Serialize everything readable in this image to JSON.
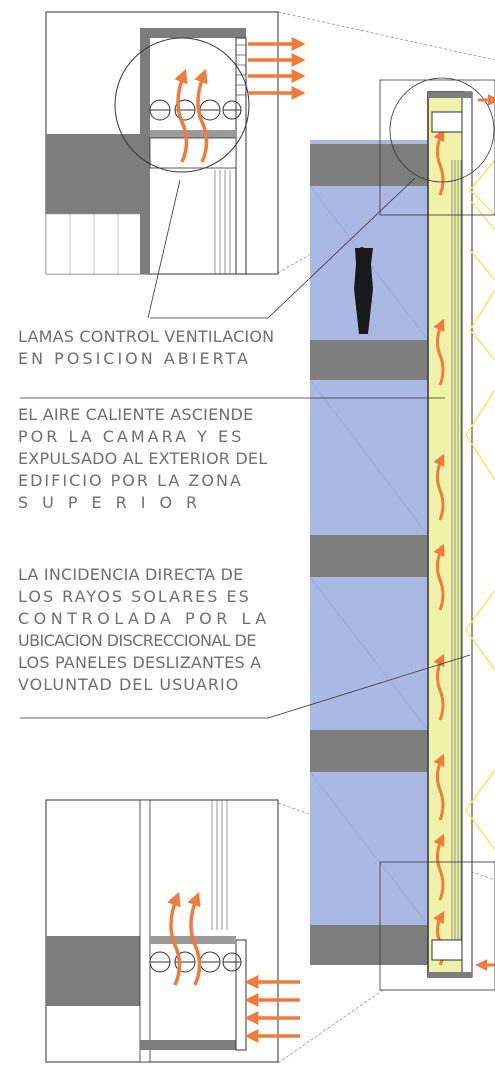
{
  "annotations": {
    "louvers": [
      "LAMAS CONTROL VENTILACION",
      "EN POSICION ABIERTA"
    ],
    "hot_air": [
      "EL AIRE CALIENTE ASCIENDE",
      "POR LA CAMARA Y ES",
      "EXPULSADO AL EXTERIOR DEL",
      "EDIFICIO POR LA ZONA",
      "SUPERIOR"
    ],
    "solar": [
      "LA INCIDENCIA DIRECTA DE",
      "LOS RAYOS SOLARES ES",
      "CONTROLADA POR LA",
      "UBICACION DISCRECCIONAL DE",
      "LOS PANELES DESLIZANTES A",
      "VOLUNTAD DEL USUARIO"
    ]
  },
  "colors": {
    "glazing": "#a9b9e3",
    "slab": "#7d7d7d",
    "cavity": "#eff2a8",
    "airflow_arrow": "#f07b3a",
    "sun_screen": "#f3e64a",
    "linework": "#333333",
    "text": "#6f6f6f"
  }
}
